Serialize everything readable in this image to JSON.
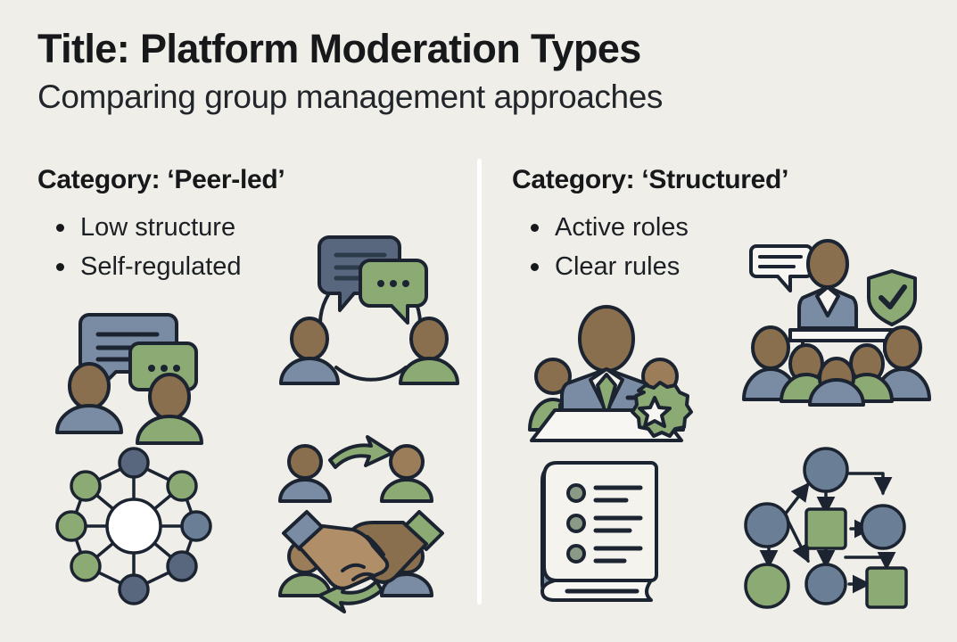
{
  "page": {
    "background_color": "#efeee9",
    "divider_color": "#ffffff"
  },
  "header": {
    "title": "Title: Platform Moderation Types",
    "subtitle": "Comparing group management approaches"
  },
  "palette": {
    "blue_gray": "#7a8ca3",
    "blue_gray_dark": "#6a7f96",
    "green": "#8caa74",
    "green_dark": "#7c9a64",
    "skin": "#8a6f4e",
    "skin_light": "#9b7d5a",
    "outline": "#1b2430",
    "paper": "#f4f3ee",
    "white": "#ffffff",
    "text": "#16181a"
  },
  "columns": [
    {
      "id": "peer-led",
      "heading": "Category: ‘Peer-led’",
      "bullets": [
        "Low structure",
        "Self-regulated"
      ],
      "icons": [
        {
          "name": "two-people-chat-icon",
          "label": "Two people with speech bubbles"
        },
        {
          "name": "discussion-circle-icon",
          "label": "People in a circle with speech bubbles"
        },
        {
          "name": "network-mesh-icon",
          "label": "Decentralized network of nodes"
        },
        {
          "name": "handshake-collaboration-icon",
          "label": "Handshake with four people and arrows"
        }
      ]
    },
    {
      "id": "structured",
      "heading": "Category: ‘Structured’",
      "bullets": [
        "Active roles",
        "Clear rules"
      ],
      "icons": [
        {
          "name": "moderator-desk-badge-icon",
          "label": "Moderator at desk with star badge"
        },
        {
          "name": "moderated-meeting-icon",
          "label": "Moderator at podium with shield and audience"
        },
        {
          "name": "rulebook-icon",
          "label": "Rulebook with bulleted list"
        },
        {
          "name": "workflow-flowchart-icon",
          "label": "Flowchart of nodes and arrows"
        }
      ]
    }
  ]
}
